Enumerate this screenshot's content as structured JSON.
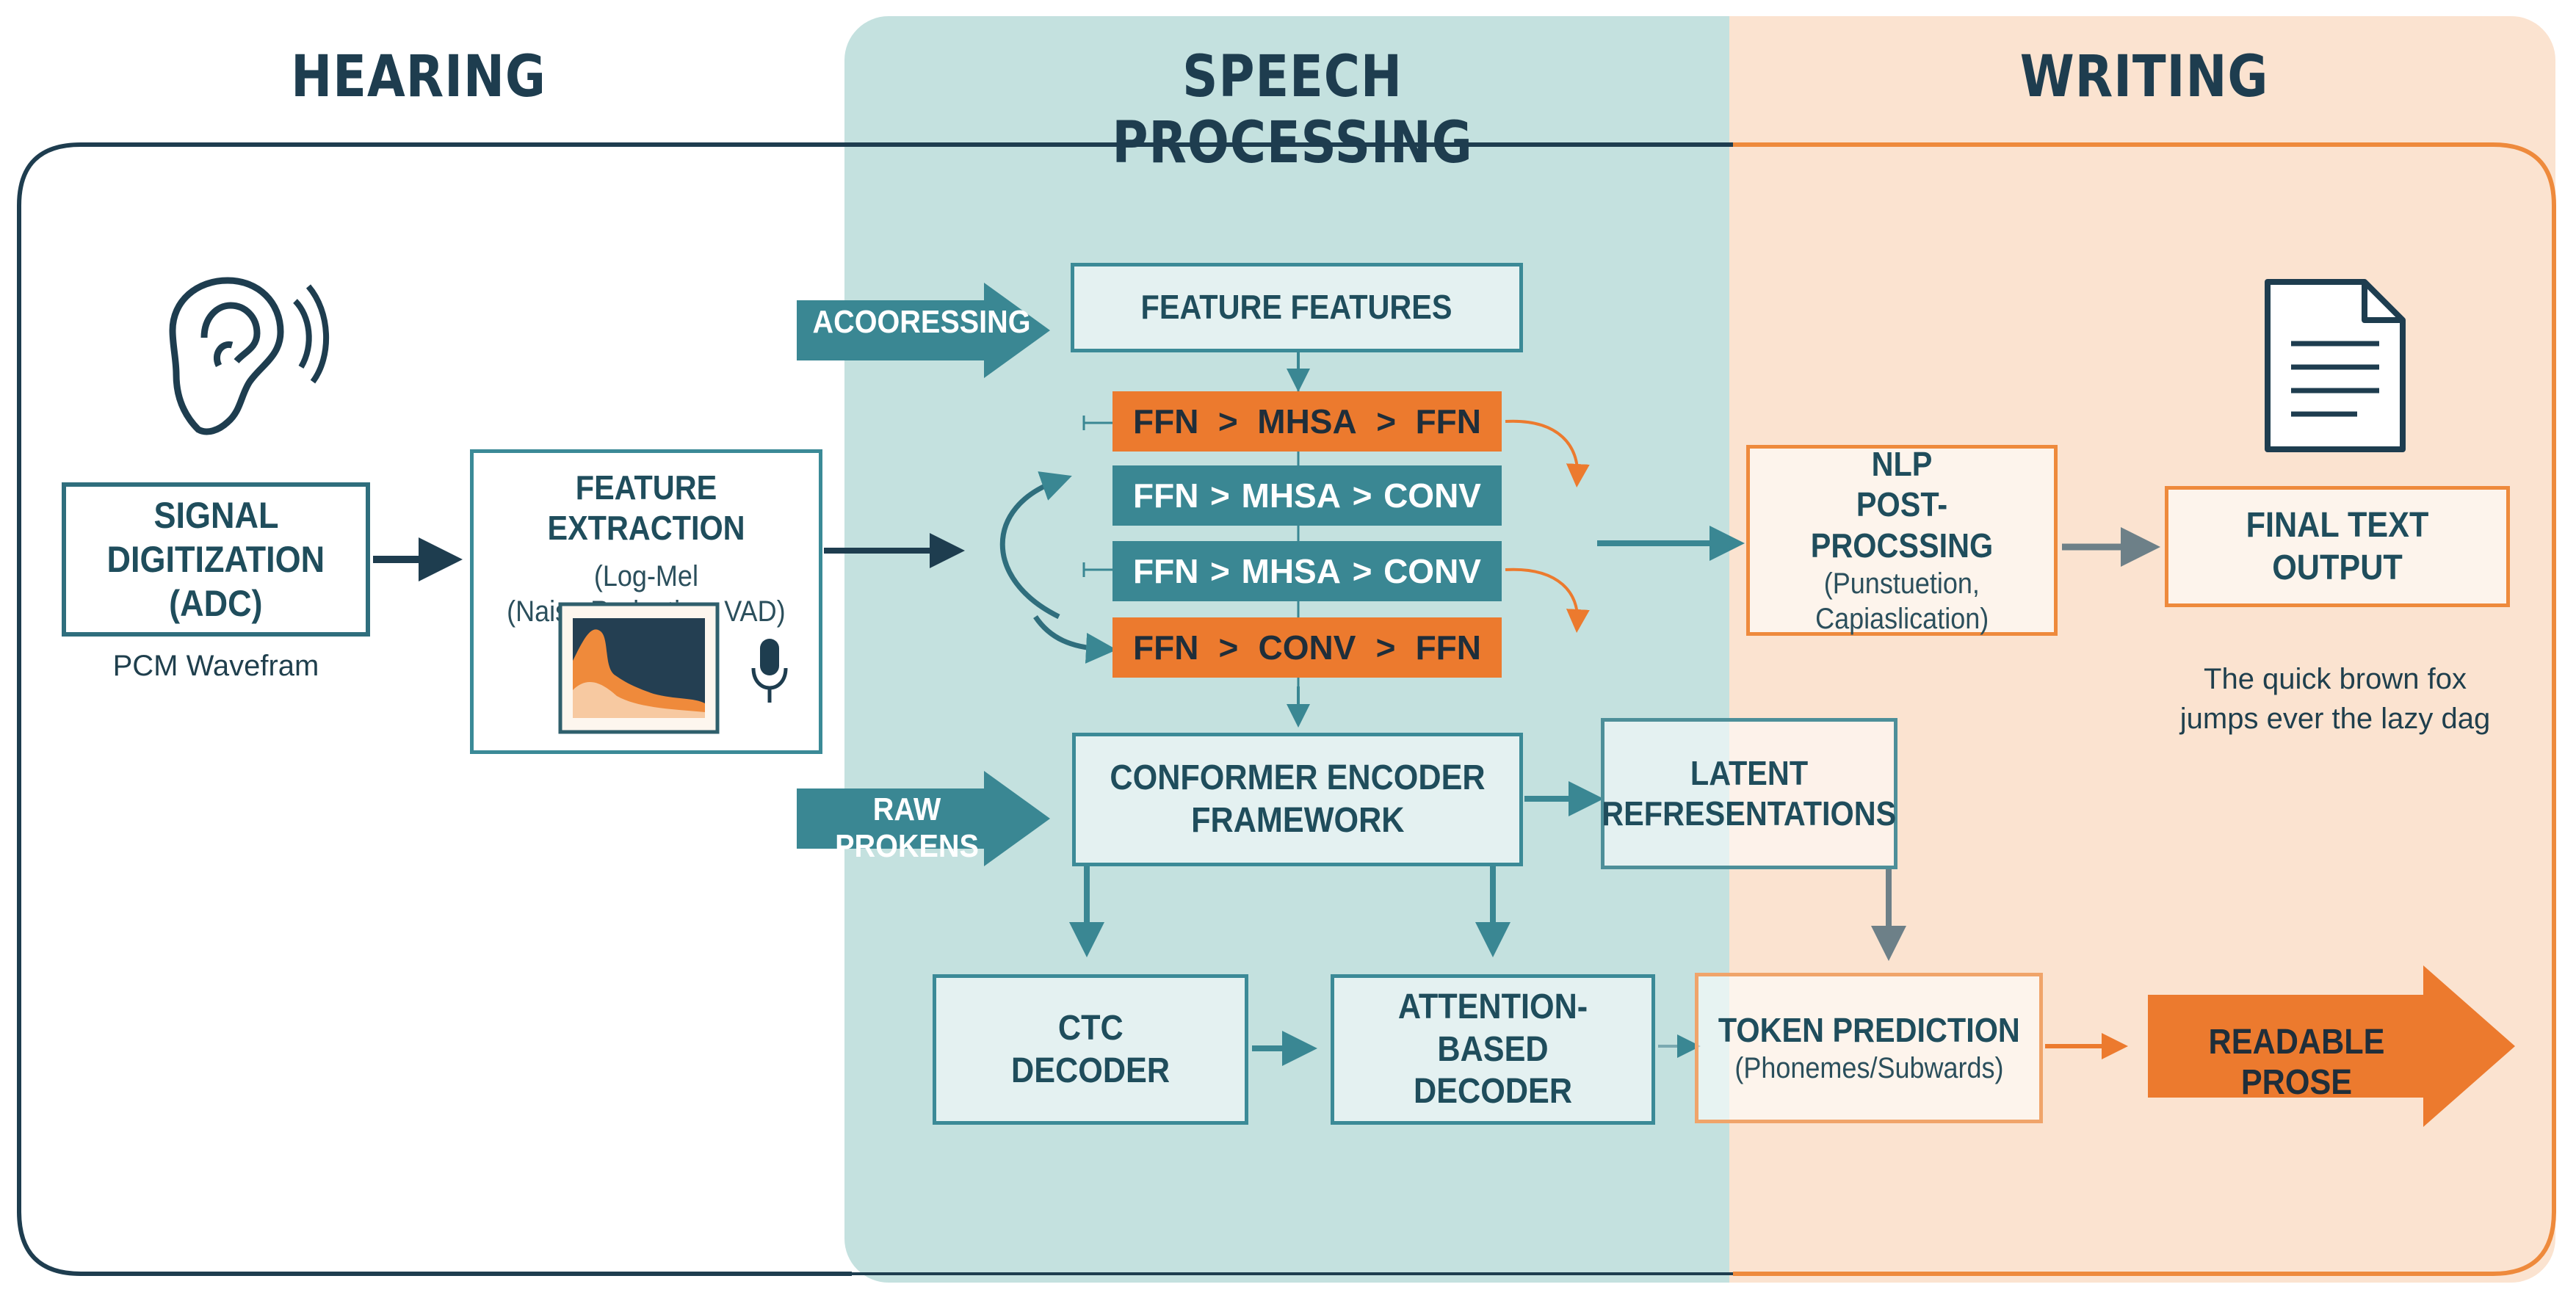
{
  "headers": {
    "hearing": "HEARING",
    "speech": "SPEECH PROCESSING",
    "writing": "WRITING"
  },
  "hearing": {
    "signal_box": [
      "SIGNAL",
      "DIGITIZATION",
      "(ADC)"
    ],
    "signal_caption": "PCM Wavefram",
    "feature_extraction": {
      "title": "FEATURE EXTRACTION",
      "line1": "(Log-Mel",
      "line2": "(Naise Reduction, VAD)"
    }
  },
  "speech": {
    "arrow_top_label": "ACOORESSING",
    "arrow_bottom_label": "RAW PROKENS",
    "feature_features": "FEATURE FEATURES",
    "blocks": [
      [
        "FFN",
        ">",
        "MHSA",
        ">",
        "FFN"
      ],
      [
        "FFN",
        ">",
        "MHSA",
        ">",
        "CONV"
      ],
      [
        "FFN",
        ">",
        "MHSA",
        ">",
        "CONV"
      ],
      [
        "FFN",
        ">",
        "CONV",
        ">",
        "FFN"
      ]
    ],
    "conformer": [
      "CONFORMER ENCODER",
      "FRAMEWORK"
    ],
    "latent": [
      "LATENT",
      "REFRESENTATIONS"
    ],
    "ctc": [
      "CTC",
      "DECODER"
    ],
    "attention": [
      "ATTENTION-BASED",
      "DECODER"
    ]
  },
  "writing": {
    "nlp": {
      "line1": "NLP",
      "line2": "POST-PROCSSING",
      "line3": "(Punstuetion,",
      "line4": "Capiaslication)"
    },
    "final_output": "FINAL TEXT OUTPUT",
    "sample_text": [
      "The quick brown fox",
      "jumps ever the lazy dag"
    ],
    "token_prediction": {
      "title": "TOKEN PREDICTION",
      "sub": "(Phonemes/Subwards)"
    },
    "readable_prose": "READABLE PROSE"
  },
  "colors": {
    "teal": "#3a8793",
    "orange": "#ec7a2e",
    "navy": "#1e3d4f",
    "speech_band": "#c4e1df",
    "writing_band": "#fbe3d0"
  },
  "icons": [
    "ear-icon",
    "microphone-icon",
    "spectrogram-icon",
    "document-icon"
  ]
}
